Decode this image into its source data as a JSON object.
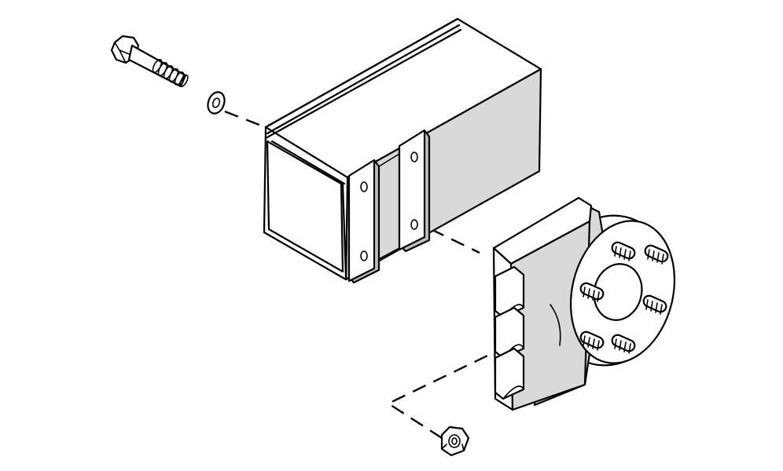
{
  "diagram": {
    "components": [
      {
        "name": "hex-bolt"
      },
      {
        "name": "washer"
      },
      {
        "name": "module-housing"
      },
      {
        "name": "mounting-bracket"
      },
      {
        "name": "wheel-hub"
      },
      {
        "name": "hex-nut"
      }
    ],
    "colors": {
      "line": "#000000",
      "background": "#ffffff",
      "face_light": "#ffffff",
      "face_shade": "#d9d9d9",
      "face_dark": "#bdbdbd"
    }
  }
}
